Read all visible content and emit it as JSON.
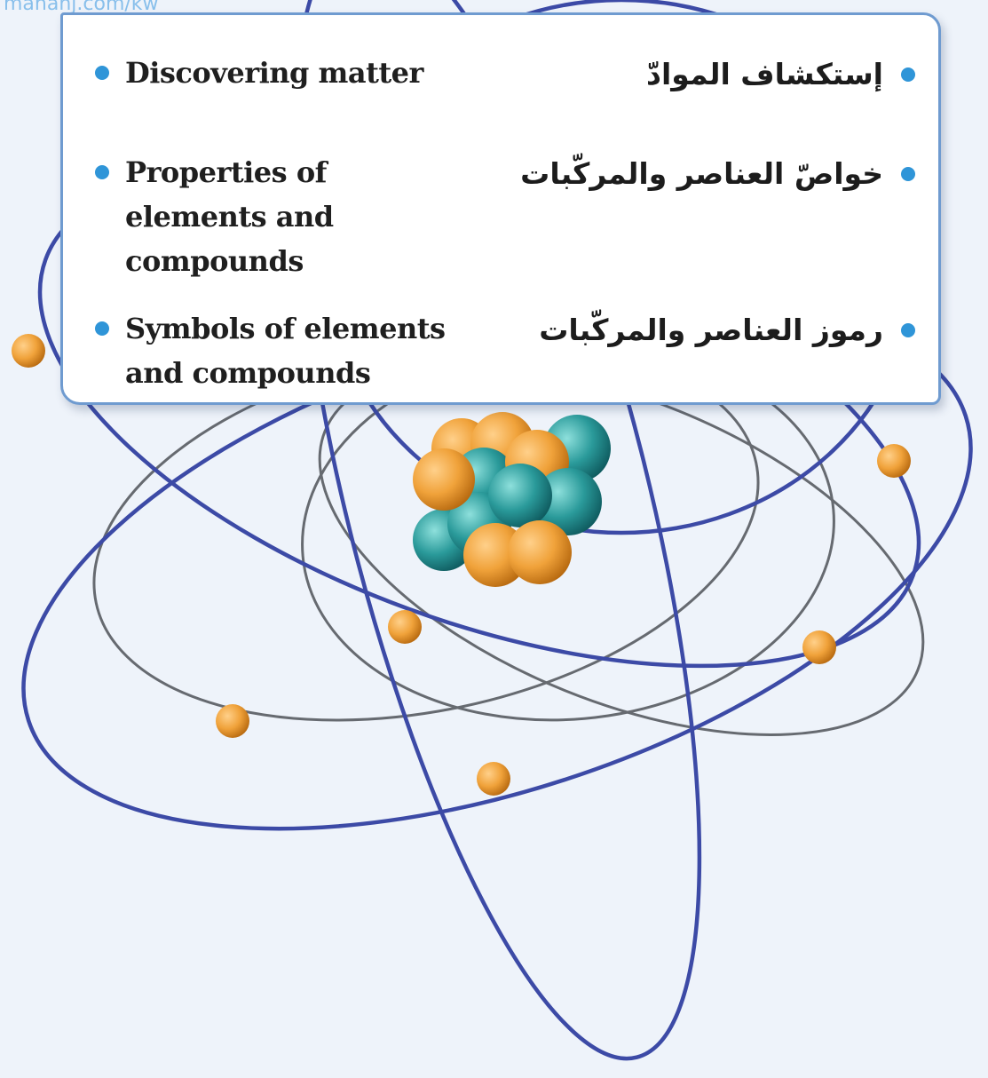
{
  "watermark": "manahj.com/kw",
  "topics_en": [
    "Discovering matter",
    "Properties of elements and compounds",
    "Symbols of elements and compounds"
  ],
  "topics_ar": [
    "إستكشاف الموادّ",
    "خواصّ العناصر والمركّبات",
    "رموز العناصر والمركّبات"
  ],
  "colors": {
    "orbit_primary": "#3c4aa6",
    "orbit_secondary": "#666a70",
    "electron": "#f0a23a",
    "proton": "#f0a23a",
    "neutron": "#2a9a9a",
    "bullet": "#2f95d8"
  }
}
